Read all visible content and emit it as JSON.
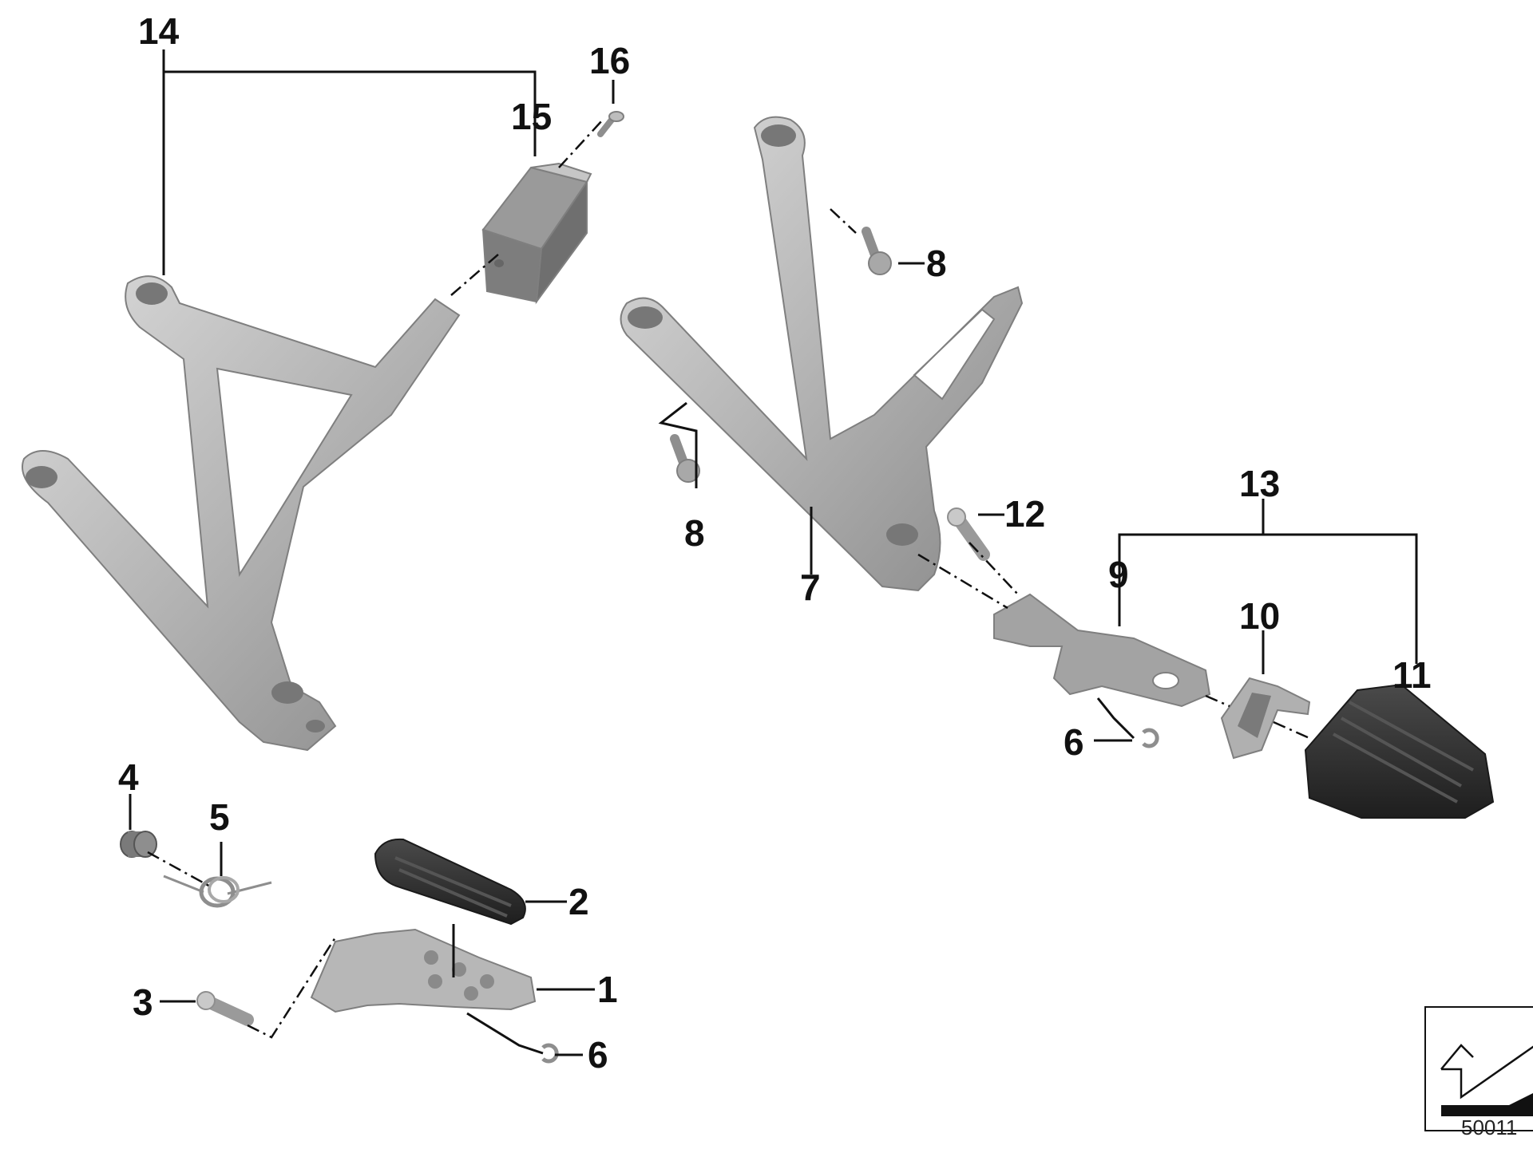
{
  "diagram": {
    "callouts": {
      "c1": "1",
      "c2": "2",
      "c3": "3",
      "c4": "4",
      "c5": "5",
      "c6a": "6",
      "c6b": "6",
      "c7": "7",
      "c8a": "8",
      "c8b": "8",
      "c9": "9",
      "c10": "10",
      "c11": "11",
      "c12": "12",
      "c13": "13",
      "c14": "14",
      "c15": "15",
      "c16": "16"
    },
    "reference_number": "50011",
    "colors": {
      "metal": "#b8b8b8",
      "metal_dark": "#8e8e8e",
      "metal_light": "#d9d9d9",
      "rubber": "#3a3a3a",
      "rubber_dark": "#222222",
      "line": "#111111"
    },
    "icons": {
      "orientation": "motorcycle-orientation-icon"
    }
  }
}
